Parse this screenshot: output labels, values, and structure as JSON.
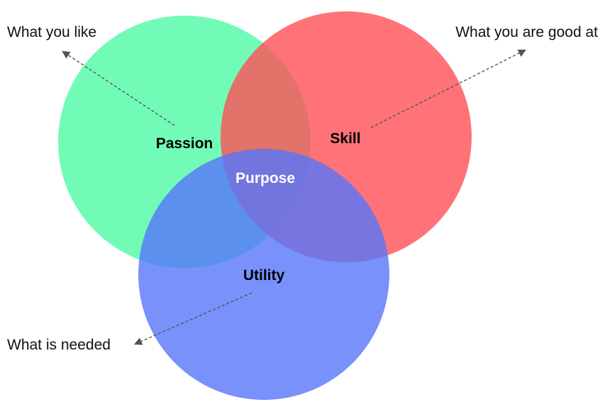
{
  "diagram": {
    "circles": [
      {
        "id": "passion",
        "label": "Passion",
        "color": "#4dfaa5",
        "label_color": "#000000"
      },
      {
        "id": "skill",
        "label": "Skill",
        "color": "#ff5056",
        "label_color": "#000000"
      },
      {
        "id": "utility",
        "label": "Utility",
        "color": "#5676fa",
        "label_color": "#000000"
      }
    ],
    "center_label": "Purpose",
    "center_label_color": "#ffffff",
    "callouts": [
      {
        "target": "passion",
        "text": "What you like"
      },
      {
        "target": "skill",
        "text": "What you are good at"
      },
      {
        "target": "utility",
        "text": "What is needed"
      }
    ],
    "arrow_color": "#555555"
  }
}
